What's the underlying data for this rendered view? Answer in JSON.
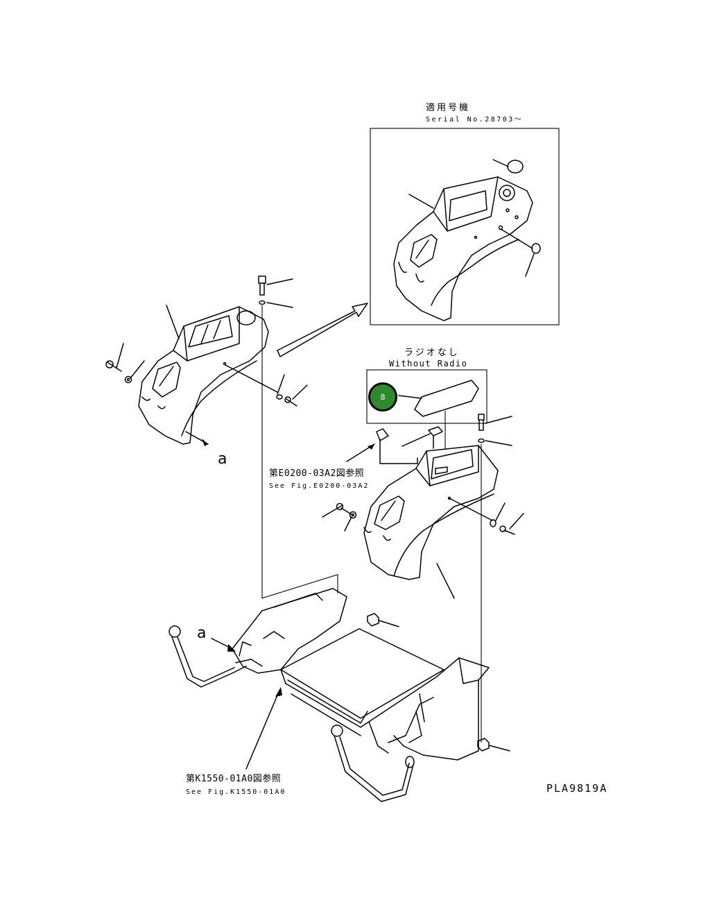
{
  "labels": {
    "serial_jp": "適用号機",
    "serial_en": "Serial No.28703～",
    "radio_jp": "ラジオなし",
    "radio_en": "Without Radio",
    "see_e_jp": "第E0200-03A2図参照",
    "see_e_en": "See Fig.E0200-03A2",
    "see_k_jp": "第K1550-01A0図参照",
    "see_k_en": "See Fig.K1550-01A0",
    "view_a_top": "a",
    "view_a_bottom": "a",
    "part_callout": "8",
    "drawing_id": "PLA9819A"
  },
  "colors": {
    "callout_fill": "#2f8a2f",
    "line": "#000000",
    "background": "#ffffff"
  }
}
